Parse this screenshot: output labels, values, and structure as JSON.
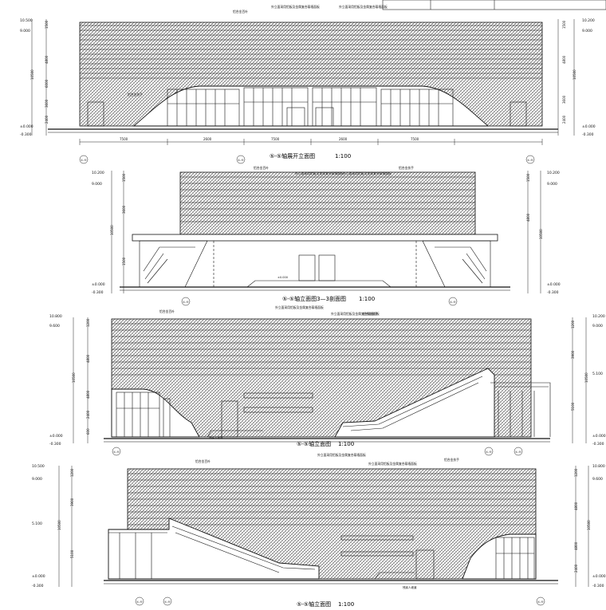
{
  "colors": {
    "line": "#1a1a1a",
    "paper": "#ffffff",
    "hatch": "#555555"
  },
  "elevations": [
    {
      "id": "e1",
      "title": "⑤-⑤轴展开立面图",
      "scale": "1:100",
      "axes": [
        "①-⑤",
        "①-⑤",
        "①-⑤"
      ],
      "left_levels": [
        "10.500",
        "9.000",
        "±0.000",
        "-0.300"
      ],
      "left_dims": [
        "1500",
        "4800",
        "10500",
        "6000",
        "3600",
        "2400"
      ],
      "right_levels": [
        "10.200",
        "9.000",
        "±0.000",
        "-0.300"
      ],
      "right_dims": [
        "1500",
        "4800",
        "10500",
        "3600",
        "2400"
      ],
      "bottom_dims": [
        "7500",
        "2600",
        "7500",
        "2600",
        "7500"
      ],
      "notes": [
        "铝合金百叶",
        "外立面采用铝板及金属复合幕墙面板",
        "外立面采用铝板及金属复合幕墙面板",
        "铝合金扶手"
      ]
    },
    {
      "id": "e2",
      "title": "⑤-⑤轴立面图3—3剖面图",
      "scale": "1:100",
      "axes": [
        "①-⑤",
        "①-⑤"
      ],
      "left_levels": [
        "10.200",
        "9.000",
        "±0.000",
        "-0.300"
      ],
      "left_dims": [
        "1500",
        "3600",
        "10500",
        "1500"
      ],
      "right_levels": [
        "10.200",
        "9.000",
        "±0.000",
        "-0.300"
      ],
      "right_dims": [
        "1500",
        "4800",
        "10500"
      ],
      "notes": [
        "铝合金百叶",
        "外立面采用铝板及金属复合幕墙面板",
        "外立面采用铝板及金属复合幕墙面板",
        "铝合金扶手",
        "±0.000"
      ]
    },
    {
      "id": "e3",
      "title": "⑤-⑤轴立面图",
      "scale": "1:100",
      "axes": [
        "①-⑤",
        "①-⑤",
        "①-⑤"
      ],
      "left_levels": [
        "10.800",
        "9.600",
        "±0.000",
        "-0.300"
      ],
      "left_dims": [
        "1200",
        "4800",
        "10500",
        "4800",
        "2400",
        "600"
      ],
      "right_levels": [
        "10.200",
        "9.000",
        "5.100",
        "±0.000",
        "-0.300"
      ],
      "right_dims": [
        "1200",
        "3900",
        "10500",
        "5100"
      ],
      "notes": [
        "铝合金百叶",
        "外立面采用铝板及金属复合幕墙面板",
        "外立面采用铝板及金属复合幕墙面板",
        "铝合金扶手",
        "残疾人坡道"
      ]
    },
    {
      "id": "e4",
      "title": "⑤-⑤轴立面图",
      "scale": "1:100",
      "axes": [
        "①-⑤",
        "①-⑤",
        "①-⑤"
      ],
      "left_levels": [
        "10.500",
        "9.000",
        "5.100",
        "±0.000",
        "-0.300"
      ],
      "left_dims": [
        "1200",
        "3900",
        "10500",
        "5100"
      ],
      "right_levels": [
        "10.800",
        "9.600",
        "±0.000",
        "-0.300"
      ],
      "right_dims": [
        "1200",
        "4800",
        "10500",
        "4800",
        "2400"
      ],
      "notes": [
        "铝合金百叶",
        "外立面采用铝板及金属复合幕墙面板",
        "外立面采用铝板及金属复合幕墙面板",
        "铝合金扶手",
        "残疾人坡道"
      ]
    }
  ]
}
